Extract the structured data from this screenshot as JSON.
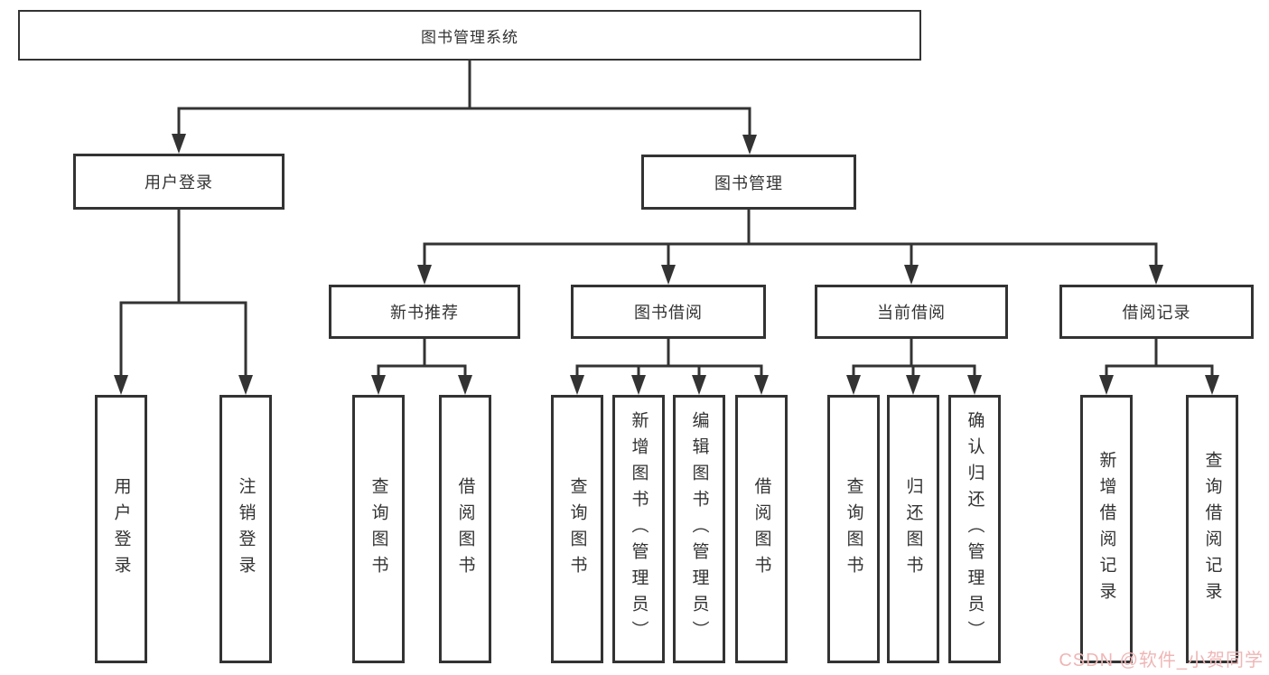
{
  "tree": {
    "label": "图书管理系统",
    "children": [
      {
        "label": "用户登录",
        "children": [
          {
            "label": "用户登录"
          },
          {
            "label": "注销登录"
          }
        ]
      },
      {
        "label": "图书管理",
        "children": [
          {
            "label": "新书推荐",
            "children": [
              {
                "label": "查询图书"
              },
              {
                "label": "借阅图书"
              }
            ]
          },
          {
            "label": "图书借阅",
            "children": [
              {
                "label": "查询图书"
              },
              {
                "label": "新增图书（管理员）"
              },
              {
                "label": "编辑图书（管理员）"
              },
              {
                "label": "借阅图书"
              }
            ]
          },
          {
            "label": "当前借阅",
            "children": [
              {
                "label": "查询图书"
              },
              {
                "label": "归还图书"
              },
              {
                "label": "确认归还（管理员）"
              }
            ]
          },
          {
            "label": "借阅记录",
            "children": [
              {
                "label": "新增借阅记录"
              },
              {
                "label": "查询借阅记录"
              }
            ]
          }
        ]
      }
    ]
  },
  "watermark": {
    "text": "CSDN @软件_小贺同学"
  },
  "colors": {
    "line": "#333333",
    "text": "#333333",
    "background": "#ffffff",
    "watermark": "#efb6b6"
  }
}
